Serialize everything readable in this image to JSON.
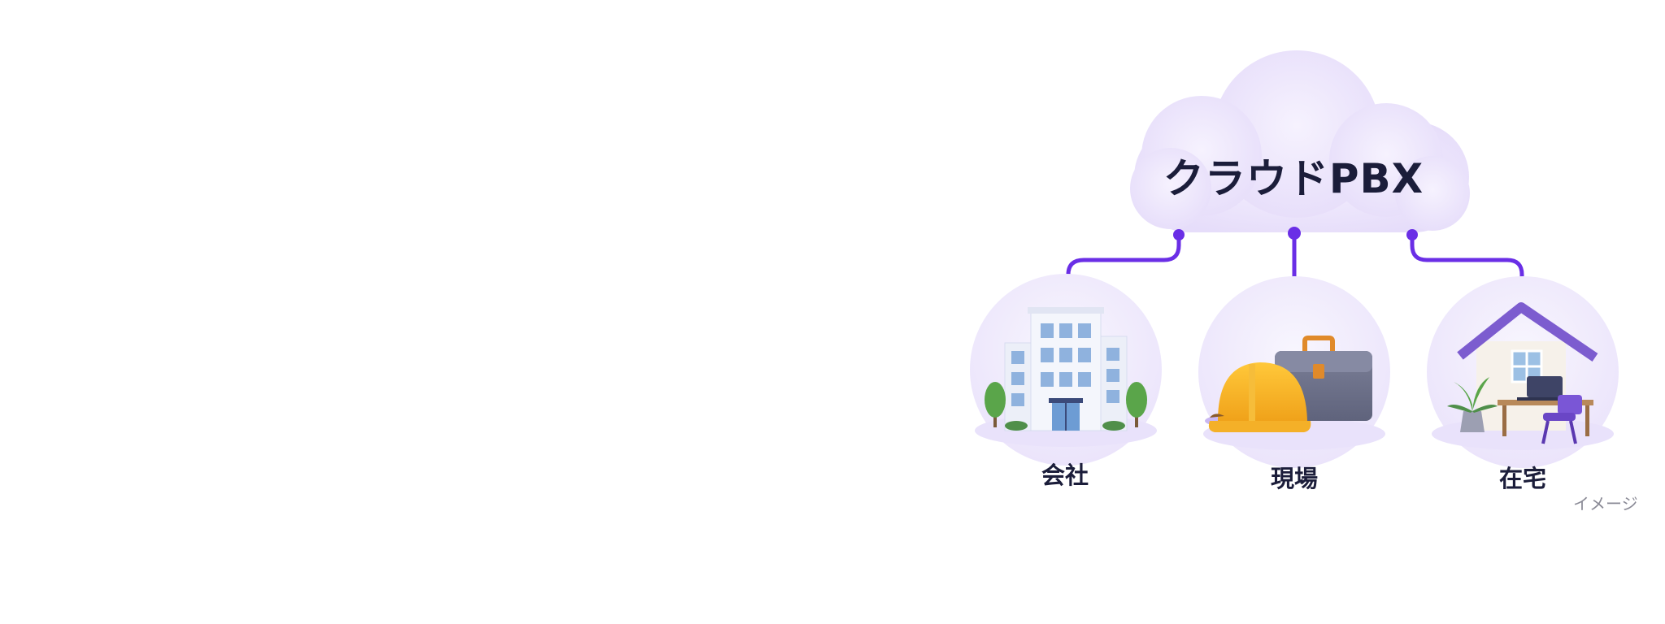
{
  "cloud": {
    "label": "クラウドPBX",
    "icon": "cloud-icon"
  },
  "locations": [
    {
      "label": "会社",
      "icon": "office-building-icon"
    },
    {
      "label": "現場",
      "icon": "hard-hat-toolbox-icon"
    },
    {
      "label": "在宅",
      "icon": "home-desk-icon"
    }
  ],
  "note": "イメージ",
  "colors": {
    "connector": "#6a2ee6",
    "cloud_fill": "#ece6fb",
    "bubble_fill": "#f1edfc",
    "label_text": "#1b1d3a",
    "note_text": "#8a8a96"
  }
}
